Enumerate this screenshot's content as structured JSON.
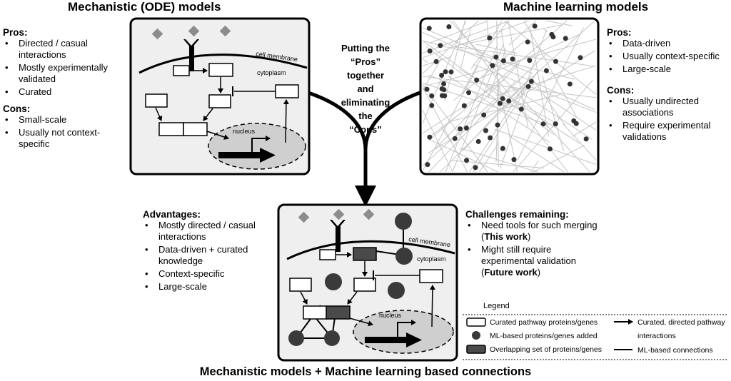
{
  "left_panel": {
    "title": "Mechanistic (ODE) models",
    "pros_header": "Pros:",
    "pros": [
      "Directed / casual interactions",
      "Mostly experimentally validated",
      "Curated"
    ],
    "cons_header": "Cons:",
    "cons": [
      "Small-scale",
      "Usually not context-specific"
    ],
    "diagram": {
      "membrane": "cell membrane",
      "cytoplasm": "cytoplasm",
      "nucleus": "nucleus"
    }
  },
  "right_panel": {
    "title": "Machine learning models",
    "pros_header": "Pros:",
    "pros": [
      "Data-driven",
      "Usually context-specific",
      "Large-scale"
    ],
    "cons_header": "Cons:",
    "cons": [
      "Usually undirected associations",
      "Require experimental validations"
    ]
  },
  "center": {
    "lines": [
      "Putting the",
      "“Pros”",
      "together",
      "and",
      "eliminating",
      "the",
      "“Cons”"
    ]
  },
  "bottom_panel": {
    "advantages_header": "Advantages:",
    "advantages": [
      "Mostly directed / casual interactions",
      "Data-driven + curated knowledge",
      "Context-specific",
      "Large-scale"
    ],
    "challenges_header": "Challenges remaining:",
    "challenge1_text": "Need tools for such merging (",
    "challenge1_bold": "This work",
    "challenge1_end": ")",
    "challenge2_text": "Might still require experimental validation (",
    "challenge2_bold": "Future work",
    "challenge2_end": ")",
    "diagram": {
      "membrane": "cell membrane",
      "cytoplasm": "cytoplasm",
      "nucleus": "nucleus"
    },
    "caption": "Mechanistic models + Machine learning based connections"
  },
  "legend": {
    "title": "Legend",
    "curated": "Curated pathway proteins/genes",
    "ml_added": "ML-based proteins/genes added",
    "overlap": "Overlapping set of proteins/genes",
    "directed_1": "Curated, directed pathway",
    "directed_2": "interactions",
    "ml_connections": "ML-based connections"
  }
}
